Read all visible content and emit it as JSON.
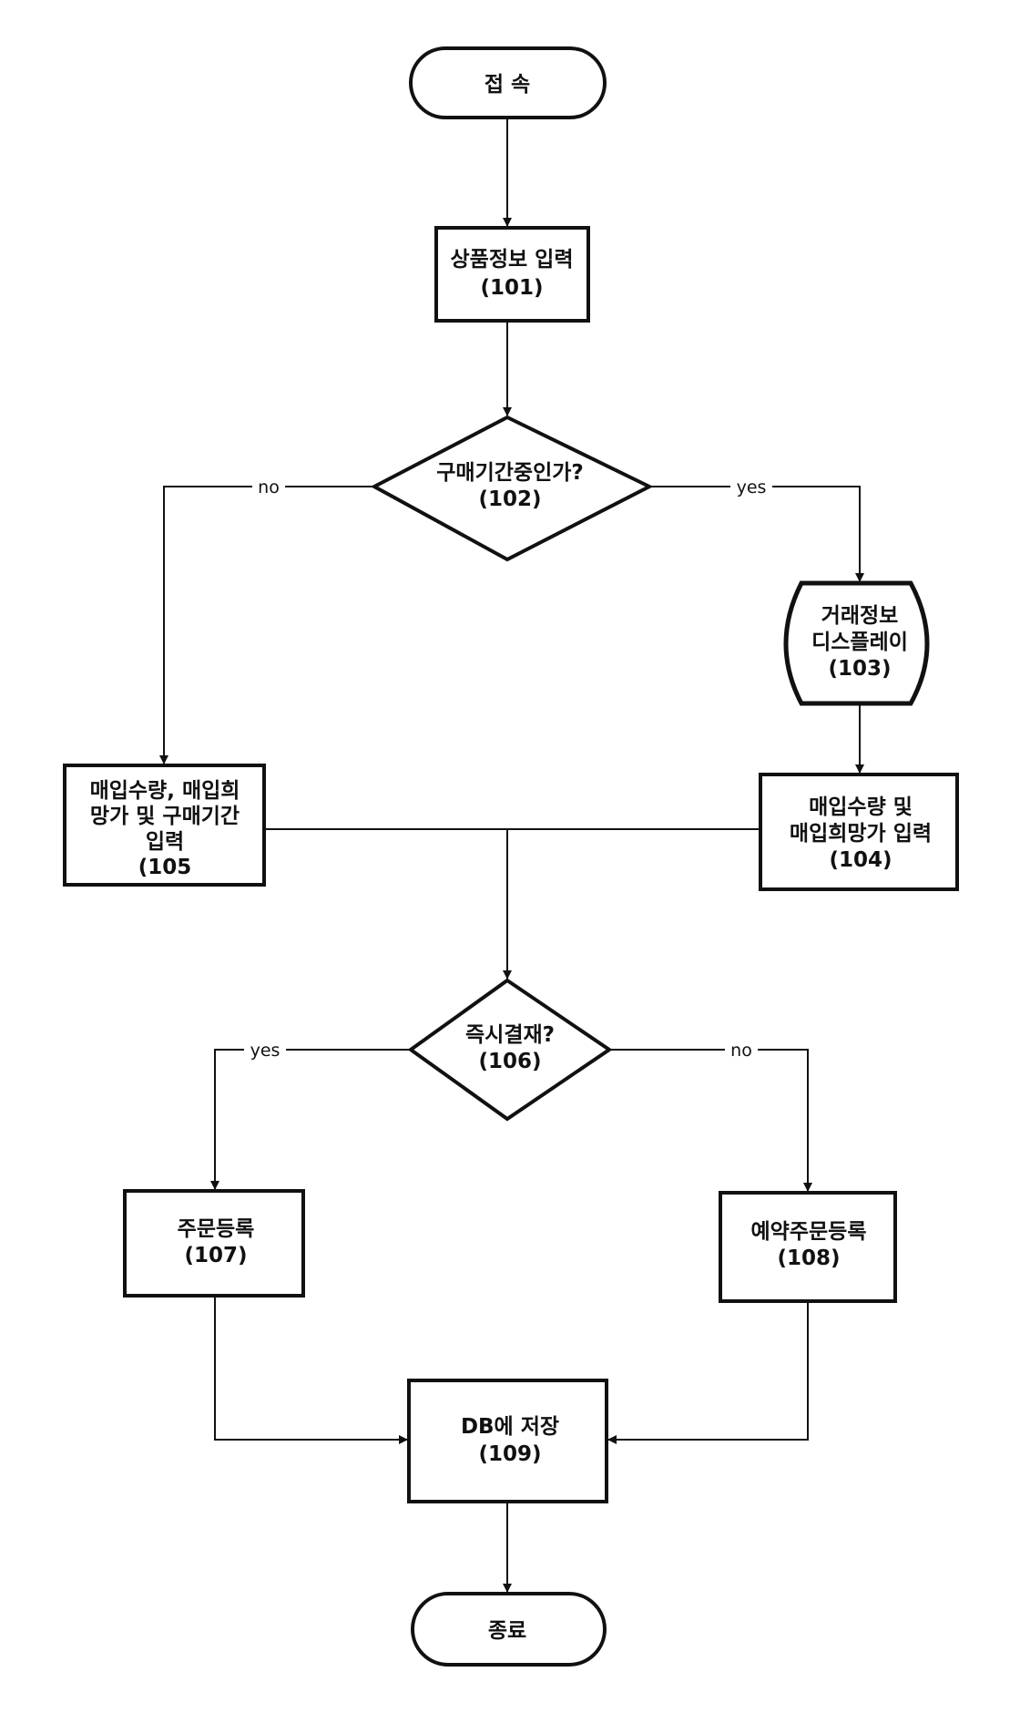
{
  "nodes": {
    "start": {
      "line1": "접 속"
    },
    "n101": {
      "line1": "상품정보 입력",
      "line2": "(101)"
    },
    "n102": {
      "line1": "구매기간중인가?",
      "line2": "(102)"
    },
    "n103": {
      "line1": "거래정보",
      "line2": "디스플레이",
      "line3": "(103)"
    },
    "n104": {
      "line1": "매입수량 및",
      "line2": "매입희망가 입력",
      "line3": "(104)"
    },
    "n105": {
      "line1": "매입수량, 매입희",
      "line2": "망가 및 구매기간",
      "line3": "입력",
      "line4": "(105"
    },
    "n106": {
      "line1": "즉시결재?",
      "line2": "(106)"
    },
    "n107": {
      "line1": "주문등록",
      "line2": "(107)"
    },
    "n108": {
      "line1": "예약주문등록",
      "line2": "(108)"
    },
    "n109": {
      "line1": "DB에 저장",
      "line2": "(109)"
    },
    "end": {
      "line1": "종료"
    }
  },
  "edges": {
    "e102_no": "no",
    "e102_yes": "yes",
    "e106_yes": "yes",
    "e106_no": "no"
  }
}
